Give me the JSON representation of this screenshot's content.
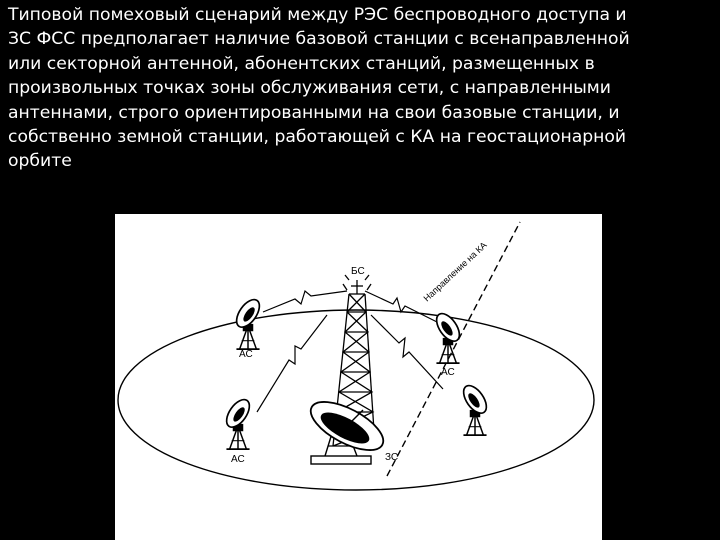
{
  "text": {
    "lines": [
      "Типовой помеховый сценарий между РЭС беспроводного доступа и",
      "ЗС ФСС предполагает наличие базовой станции с всенаправленной",
      "или секторной антенной, абонентских станций, размещенных в",
      "произвольных точках зоны обслуживания сети, с направленными",
      "антеннами, строго ориентированными на свои базовые станции, и",
      "собственно земной станции, работающей с КА на геостационарной",
      "орбите"
    ]
  },
  "diagram": {
    "base_station_label": "БС",
    "subscriber_label": "АС",
    "earth_station_label": "ЗС",
    "satellite_direction_label": "Направление на КА"
  },
  "colors": {
    "background": "#000000",
    "text": "#ffffff",
    "figure_background": "#ffffff",
    "ink": "#000000"
  }
}
